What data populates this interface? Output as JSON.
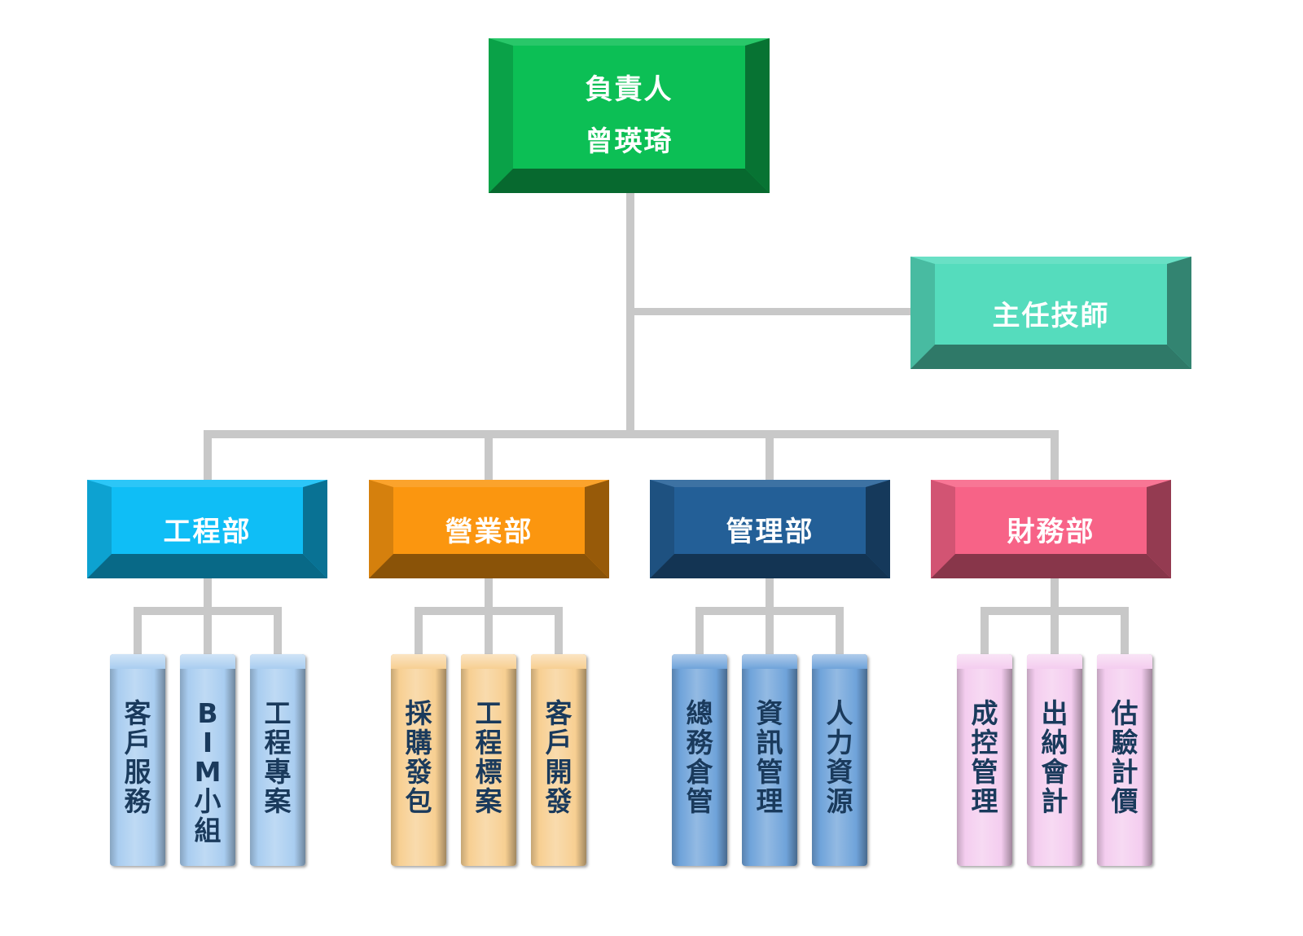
{
  "root": {
    "title": "負責人",
    "name": "曾瑛琦",
    "color": "#0cbf55"
  },
  "advisor": {
    "label": "主任技師",
    "color": "#55dcbd"
  },
  "departments": [
    {
      "label": "工程部",
      "color": "#0fbef6",
      "units": [
        "客戶服務",
        "BIM小組",
        "工程專案"
      ],
      "unit_color": "#a9cdf0"
    },
    {
      "label": "營業部",
      "color": "#fb960f",
      "units": [
        "採購發包",
        "工程標案",
        "客戶開發"
      ],
      "unit_color": "#f7cf92"
    },
    {
      "label": "管理部",
      "color": "#235f97",
      "units": [
        "總務倉管",
        "資訊管理",
        "人力資源"
      ],
      "unit_color": "#6fa3da"
    },
    {
      "label": "財務部",
      "color": "#f76387",
      "units": [
        "成控管理",
        "出納會計",
        "估驗計價"
      ],
      "unit_color": "#f4cdef"
    }
  ]
}
